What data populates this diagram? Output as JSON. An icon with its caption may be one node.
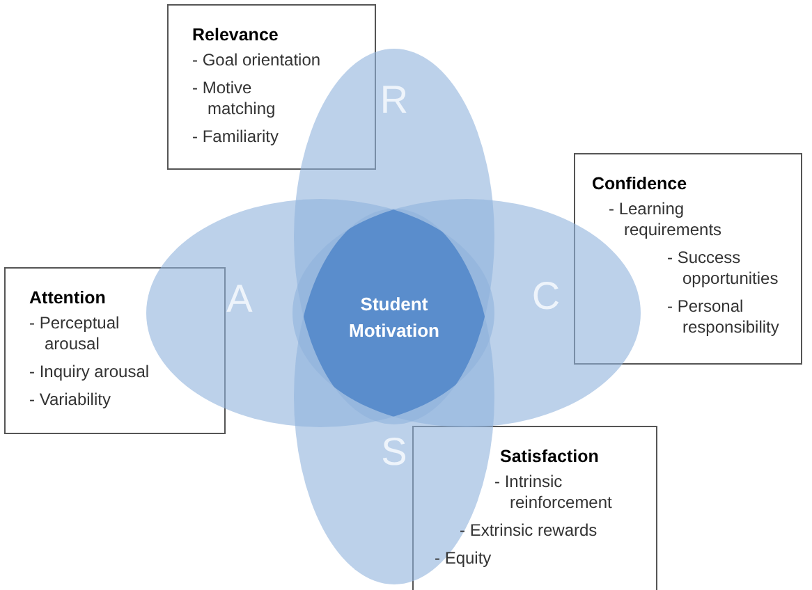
{
  "diagram": {
    "nodes": [
      {
        "text": [
          "Relevance",
          "- Goal orientation",
          "- Motive matching",
          "- Familiarity"
        ]
      },
      {
        "text": [
          "Confidence",
          "- Learning requirements",
          "- Success opportunities",
          "- Personal responsibility"
        ]
      },
      {
        "text": [
          "Attention",
          "- Perceptual arousal",
          "- Inquiry arousal",
          "- Variability"
        ]
      },
      {
        "text": [
          "Satisfaction",
          "- Intrinsic reinforcement",
          "- Extrinsic rewards",
          "- Equity"
        ]
      },
      {
        "text": [
          "R"
        ]
      },
      {
        "text": [
          "A"
        ]
      },
      {
        "text": [
          "C"
        ]
      },
      {
        "text": [
          "S"
        ]
      },
      {
        "text": [
          "Student Motivation"
        ]
      }
    ]
  }
}
